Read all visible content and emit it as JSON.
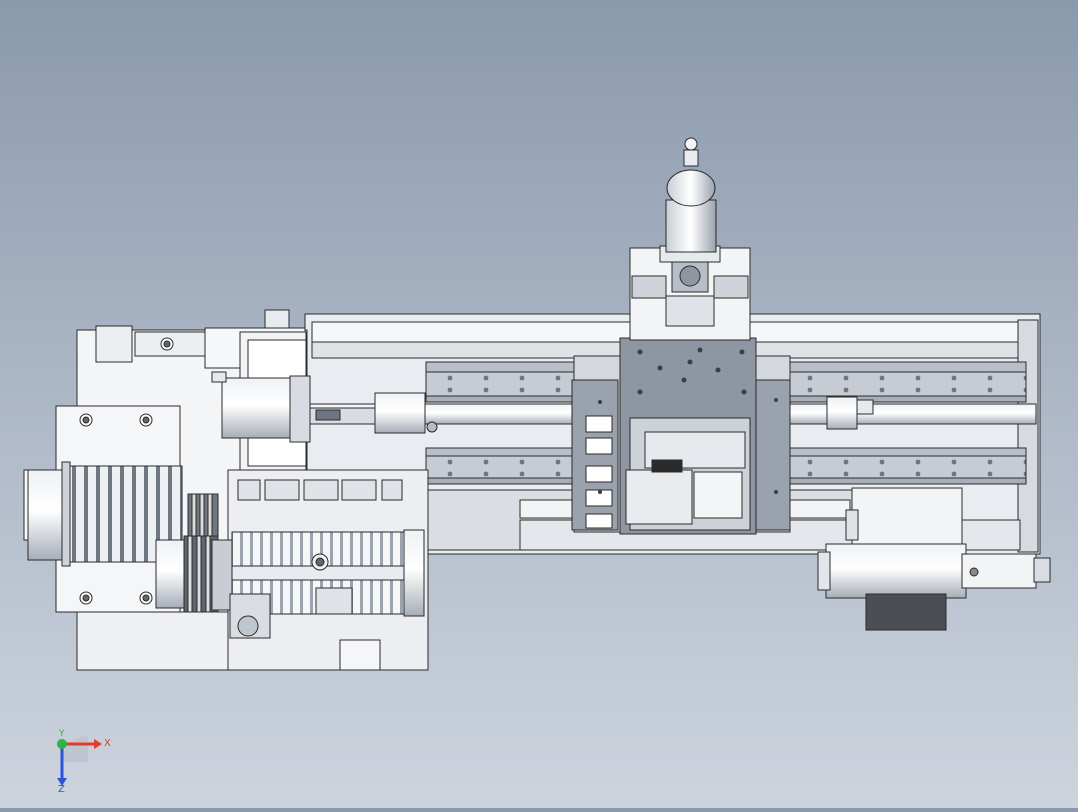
{
  "viewport": {
    "model": "lathe assembly",
    "render_style": "shaded-with-edges",
    "background_top": "#8b99ad",
    "background_bottom": "#cdd4de"
  },
  "triad": {
    "x_label": "X",
    "y_label": "Y",
    "z_label": "Z",
    "x_color": "#e23c2d",
    "y_color": "#2fb344",
    "z_color": "#2f53d6"
  }
}
